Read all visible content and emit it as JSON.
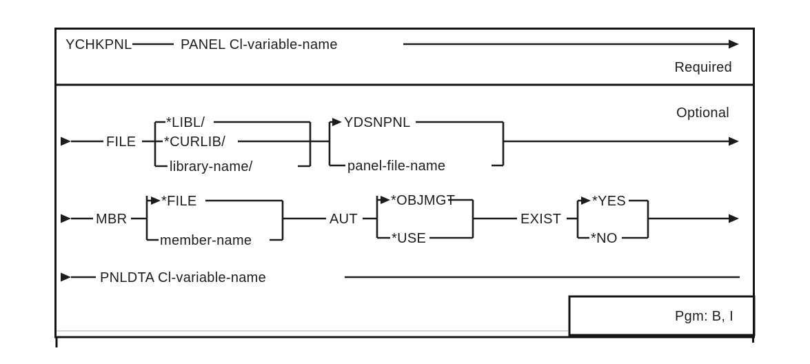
{
  "diagram": {
    "command": "YCHKPNL",
    "panel_param": "PANEL Cl-variable-name",
    "required_label": "Required",
    "optional_label": "Optional",
    "pgm_label": "Pgm: B, I",
    "file": {
      "keyword": "FILE",
      "library_options": [
        "*LIBL/",
        "*CURLIB/",
        "library-name/"
      ],
      "file_options": [
        "YDSNPNL",
        "panel-file-name"
      ]
    },
    "mbr": {
      "keyword": "MBR",
      "options": [
        "*FILE",
        "member-name"
      ]
    },
    "aut": {
      "keyword": "AUT",
      "options": [
        "*OBJMGT",
        "*USE"
      ]
    },
    "exist": {
      "keyword": "EXIST",
      "options": [
        "*YES",
        "*NO"
      ]
    },
    "pnldta_param": "PNLDTA Cl-variable-name",
    "colors": {
      "line": "#1c1c1c",
      "background": "#ffffff"
    }
  }
}
